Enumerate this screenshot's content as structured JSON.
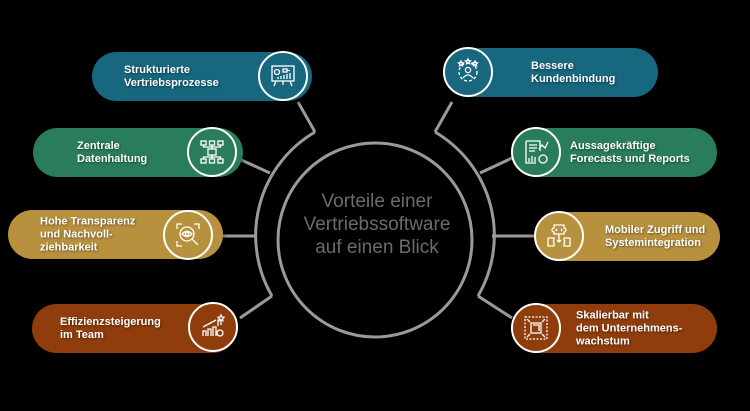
{
  "center": {
    "title": "Vorteile einer\nVertriebssoftware\nauf einen Blick"
  },
  "colors": {
    "teal": "#17677f",
    "green": "#2a7d5a",
    "gold": "#b8913e",
    "brown": "#8f3d0c",
    "line": "#9a9a9a",
    "text_center": "#6b6b6b"
  },
  "items": [
    {
      "label": "Strukturierte\nVertriebsprozesse",
      "icon": "presentation-board-icon",
      "color": "teal"
    },
    {
      "label": "Zentrale\nDatenhaltung",
      "icon": "hierarchy-icon",
      "color": "green"
    },
    {
      "label": "Hohe Transparenz\nund Nachvoll-\nziehbarkeit",
      "icon": "eye-magnifier-icon",
      "color": "gold"
    },
    {
      "label": "Effizienzsteigerung\nim Team",
      "icon": "growth-chart-gear-icon",
      "color": "brown"
    },
    {
      "label": "Bessere\nKundenbindung",
      "icon": "customer-gear-stars-icon",
      "color": "teal"
    },
    {
      "label": "Aussagekräftige\nForecasts und Reports",
      "icon": "report-chart-icon",
      "color": "green"
    },
    {
      "label": "Mobiler Zugriff und\nSystemintegration",
      "icon": "puzzle-integration-icon",
      "color": "gold"
    },
    {
      "label": "Skalierbar mit\ndem Unternehmens-\nwachstum",
      "icon": "scale-expand-icon",
      "color": "brown"
    }
  ]
}
